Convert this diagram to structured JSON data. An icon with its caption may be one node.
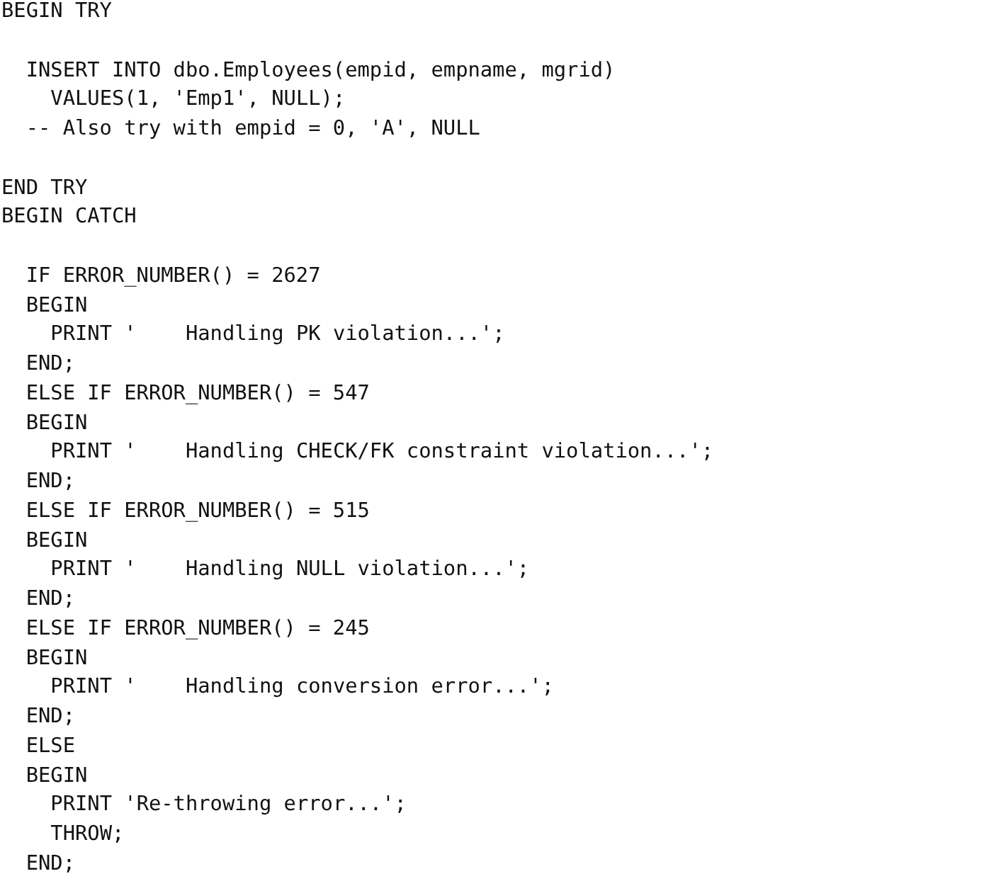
{
  "diagram": {
    "labels": [
      "BEGIN TRY",
      "INSERT INTO dbo.Employees(empid, empname, mgrid)",
      "VALUES(1, 'Emp1', NULL);",
      "-- Also try with empid = 0, 'A', NULL",
      "END TRY",
      "BEGIN CATCH",
      "IF ERROR_NUMBER() = 2627",
      "BEGIN",
      "PRINT '    Handling PK violation...';",
      "END;",
      "ELSE IF ERROR_NUMBER() = 547",
      "BEGIN",
      "PRINT '    Handling CHECK/FK constraint violation...';",
      "END;",
      "ELSE IF ERROR_NUMBER() = 515",
      "BEGIN",
      "PRINT '    Handling NULL violation...';",
      "END;",
      "ELSE IF ERROR_NUMBER() = 245",
      "BEGIN",
      "PRINT '    Handling conversion error...';",
      "END;",
      "ELSE",
      "BEGIN",
      "PRINT 'Re-throwing error...';",
      "THROW;",
      "END;"
    ]
  }
}
